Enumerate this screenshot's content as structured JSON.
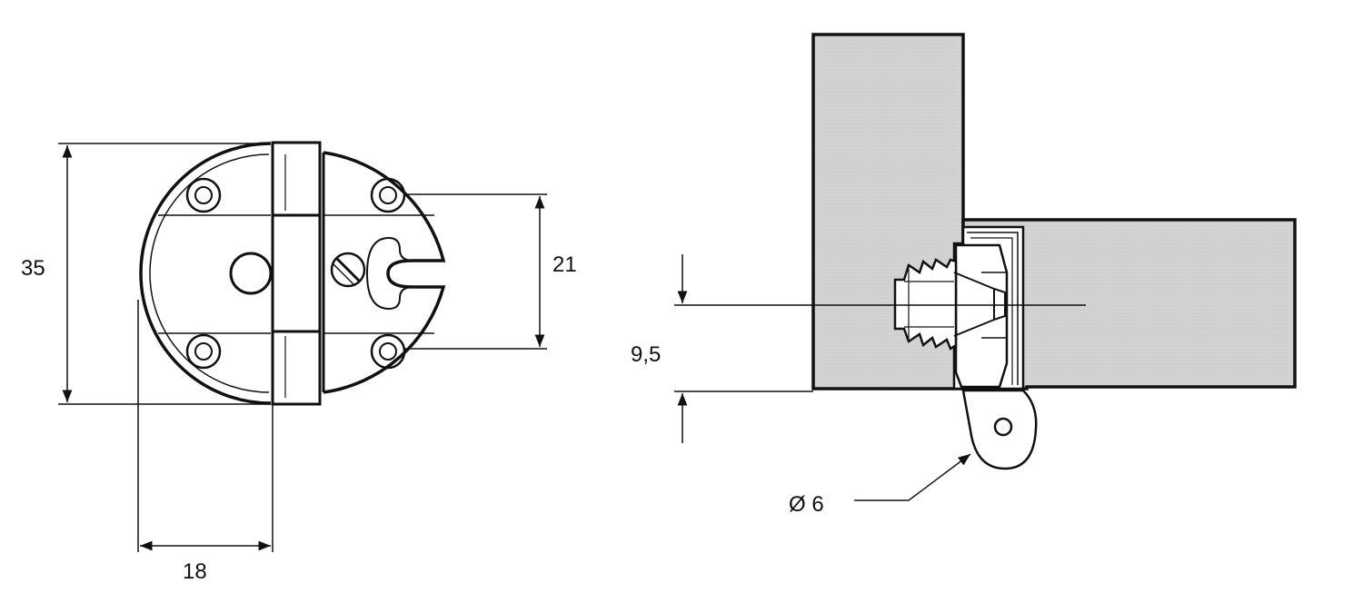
{
  "colors": {
    "line": "#111111",
    "wood": "#d6d6d6",
    "paper": "#ffffff"
  },
  "front_view": {
    "height_label": "35",
    "hole_spacing_label": "21",
    "offset_label": "18"
  },
  "section_view": {
    "depth_label": "9,5",
    "diameter_label": "Ø 6"
  }
}
